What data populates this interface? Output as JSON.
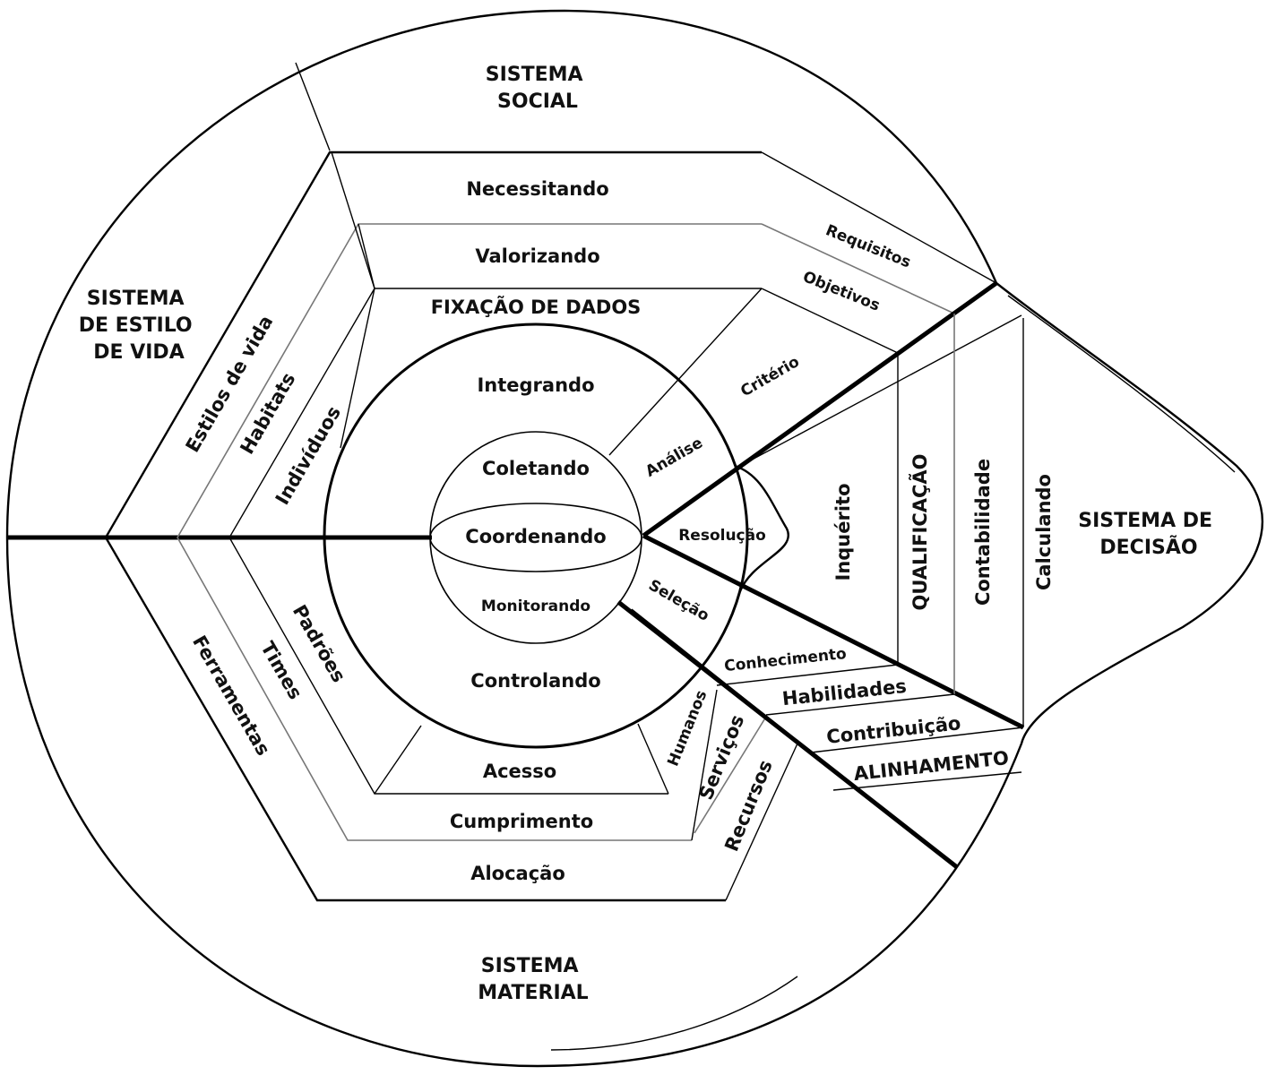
{
  "systems": {
    "social": [
      "SISTEMA",
      "SOCIAL"
    ],
    "lifestyle": [
      "SISTEMA",
      "DE ESTILO",
      "DE VIDA"
    ],
    "decision": [
      "SISTEMA DE",
      "DECISÃO"
    ],
    "material": [
      "SISTEMA",
      "MATERIAL"
    ]
  },
  "top": {
    "necessitando": "Necessitando",
    "valorizando": "Valorizando",
    "fixacao": "FIXAÇÃO DE DADOS"
  },
  "left": {
    "estilos": "Estilos de vida",
    "habitats": "Habitats",
    "individuos": "Indivíduos",
    "ferramentas": "Ferramentas",
    "times": "Times",
    "padroes": "Padrões"
  },
  "core": {
    "integrando": "Integrando",
    "coletando": "Coletando",
    "coordenando": "Coordenando",
    "monitorando": "Monitorando",
    "controlando": "Controlando"
  },
  "bottom": {
    "acesso": "Acesso",
    "cumprimento": "Cumprimento",
    "alocacao": "Alocação",
    "humanos": "Humanos",
    "servicos": "Serviços",
    "recursos": "Recursos"
  },
  "right": {
    "requisitos": "Requisitos",
    "objetivos": "Objetivos",
    "criterio": "Critério",
    "analise": "Análise",
    "resolucao": "Resolução",
    "selecao": "Seleção",
    "inquerito": "Inquérito",
    "qualificacao": "QUALIFICAÇÃO",
    "contabilidade": "Contabilidade",
    "calculando": "Calculando",
    "conhecimento": "Conhecimento",
    "habilidades": "Habilidades",
    "contribuicao": "Contribuição",
    "alinhamento": "ALINHAMENTO"
  }
}
